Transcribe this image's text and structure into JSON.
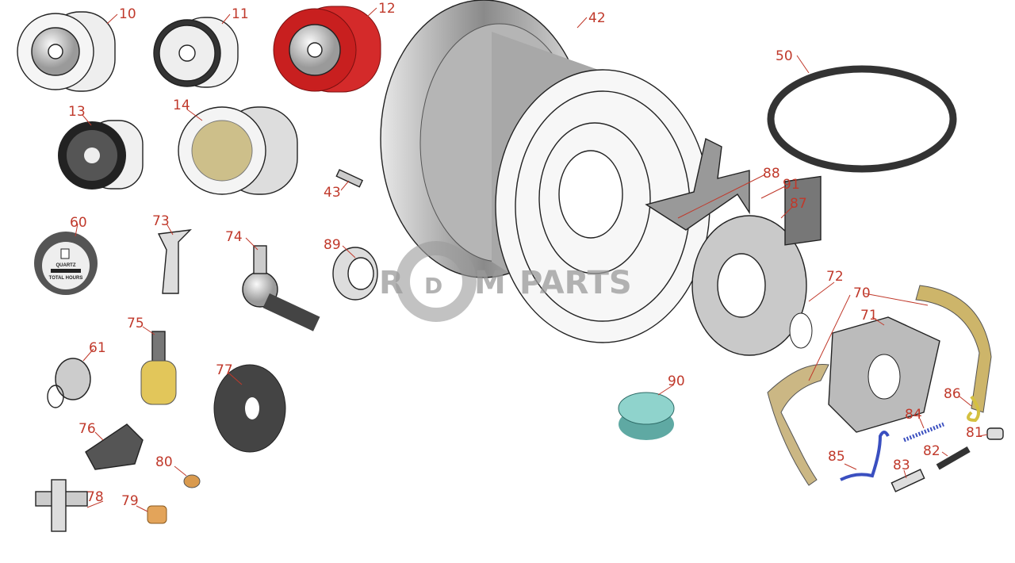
{
  "diagram": {
    "watermark": {
      "left": "R",
      "middle": "D",
      "right": "M",
      "brand": "PARTS"
    },
    "hour_meter_text": [
      "QUARTZ",
      "TOTAL HOURS"
    ],
    "colors": {
      "label": "#c0392b",
      "filter_red": "#d42a2a",
      "cap_teal": "#7fc9c4",
      "shoe_gold": "#cdb56a",
      "spring_blue": "#3a4fc0",
      "bushing_orange": "#d99a4e"
    },
    "callouts": [
      {
        "number": "10",
        "part": "filter"
      },
      {
        "number": "11",
        "part": "filter"
      },
      {
        "number": "12",
        "part": "filter-red"
      },
      {
        "number": "42",
        "part": "wheel-rim"
      },
      {
        "number": "50",
        "part": "ring"
      },
      {
        "number": "13",
        "part": "oil-filter"
      },
      {
        "number": "14",
        "part": "air-filter"
      },
      {
        "number": "43",
        "part": "valve"
      },
      {
        "number": "88",
        "part": "bracket"
      },
      {
        "number": "91",
        "part": "clip"
      },
      {
        "number": "87",
        "part": "backing-plate"
      },
      {
        "number": "60",
        "part": "hour-meter"
      },
      {
        "number": "73",
        "part": "latch"
      },
      {
        "number": "74",
        "part": "tie-rod-end"
      },
      {
        "number": "89",
        "part": "bearing"
      },
      {
        "number": "72",
        "part": "gasket"
      },
      {
        "number": "70",
        "part": "brake-shoe"
      },
      {
        "number": "71",
        "part": "brake-plate"
      },
      {
        "number": "75",
        "part": "ball-joint"
      },
      {
        "number": "61",
        "part": "fuel-cap"
      },
      {
        "number": "77",
        "part": "hub-disc"
      },
      {
        "number": "90",
        "part": "cap"
      },
      {
        "number": "86",
        "part": "spring"
      },
      {
        "number": "84",
        "part": "spring"
      },
      {
        "number": "81",
        "part": "pin"
      },
      {
        "number": "76",
        "part": "block"
      },
      {
        "number": "85",
        "part": "spring"
      },
      {
        "number": "82",
        "part": "adjuster"
      },
      {
        "number": "83",
        "part": "pin"
      },
      {
        "number": "80",
        "part": "bushing"
      },
      {
        "number": "78",
        "part": "u-joint"
      },
      {
        "number": "79",
        "part": "bushing"
      }
    ]
  }
}
